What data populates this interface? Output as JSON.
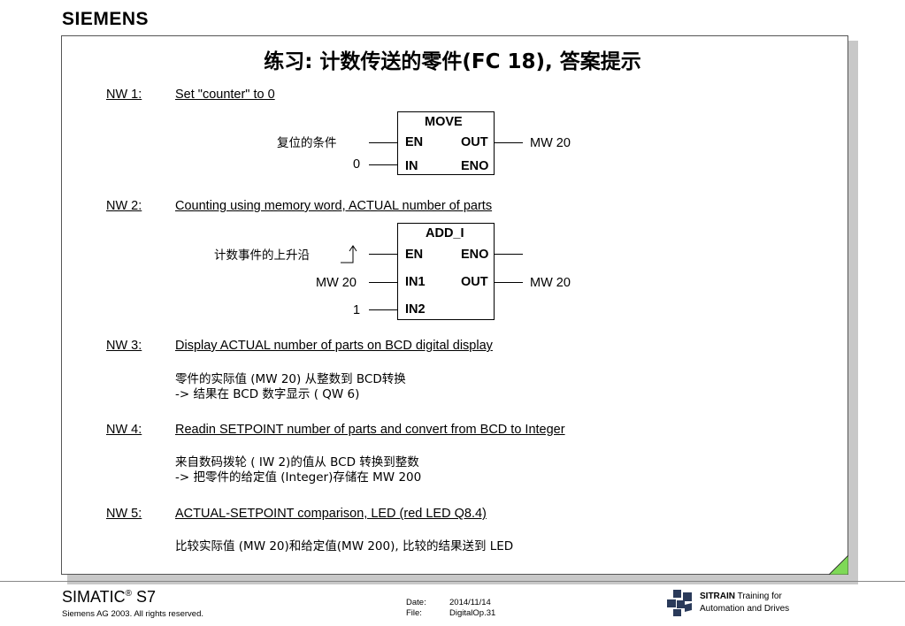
{
  "header": {
    "brand": "SIEMENS"
  },
  "title": "练习: 计数传送的零件(FC 18), 答案提示",
  "nw1": {
    "label": "NW  1:",
    "desc": "Set \"counter\" to 0",
    "block_name": "MOVE",
    "en": "EN",
    "out": "OUT",
    "in": "IN",
    "eno": "ENO",
    "en_input": "复位的条件",
    "in_input": "0",
    "out_output": "MW 20"
  },
  "nw2": {
    "label": "NW  2:",
    "desc": "Counting using memory word, ACTUAL number of parts",
    "block_name": "ADD_I",
    "en": "EN",
    "eno": "ENO",
    "in1": "IN1",
    "out": "OUT",
    "in2": "IN2",
    "en_input": "计数事件的上升沿",
    "in1_input": "MW 20",
    "in2_input": "1",
    "out_output": "MW 20"
  },
  "nw3": {
    "label": "NW  3:",
    "desc": "Display ACTUAL number of parts on BCD digital display",
    "line1": "零件的实际值 (MW 20) 从整数到 BCD转换",
    "line2": "-> 结果在 BCD 数字显示 ( QW 6)"
  },
  "nw4": {
    "label": "NW  4:",
    "desc": "Readin SETPOINT number of parts and convert from BCD to Integer",
    "line1": "来自数码拨轮 ( IW 2)的值从 BCD 转换到整数",
    "line2": "-> 把零件的给定值 (Integer)存储在 MW 200"
  },
  "nw5": {
    "label": "NW  5:",
    "desc": "ACTUAL-SETPOINT comparison, LED (red LED Q8.4)",
    "line1": "比较实际值 (MW 20)和给定值(MW 200), 比较的结果送到 LED"
  },
  "footer": {
    "product": "SIMATIC",
    "product_reg": "®",
    "product_suffix": " S7",
    "copyright": "Siemens AG 2003. All rights reserved.",
    "date_label": "Date:",
    "date_value": "2014/11/14",
    "file_label": "File:",
    "file_value": "DigitalOp.31",
    "sitrain_brand": "SITRAIN",
    "sitrain_line1": " Training for",
    "sitrain_line2": "Automation and Drives"
  },
  "colors": {
    "corner_accent": "#7ed957",
    "slide_shadow": "#c8c8c8"
  }
}
